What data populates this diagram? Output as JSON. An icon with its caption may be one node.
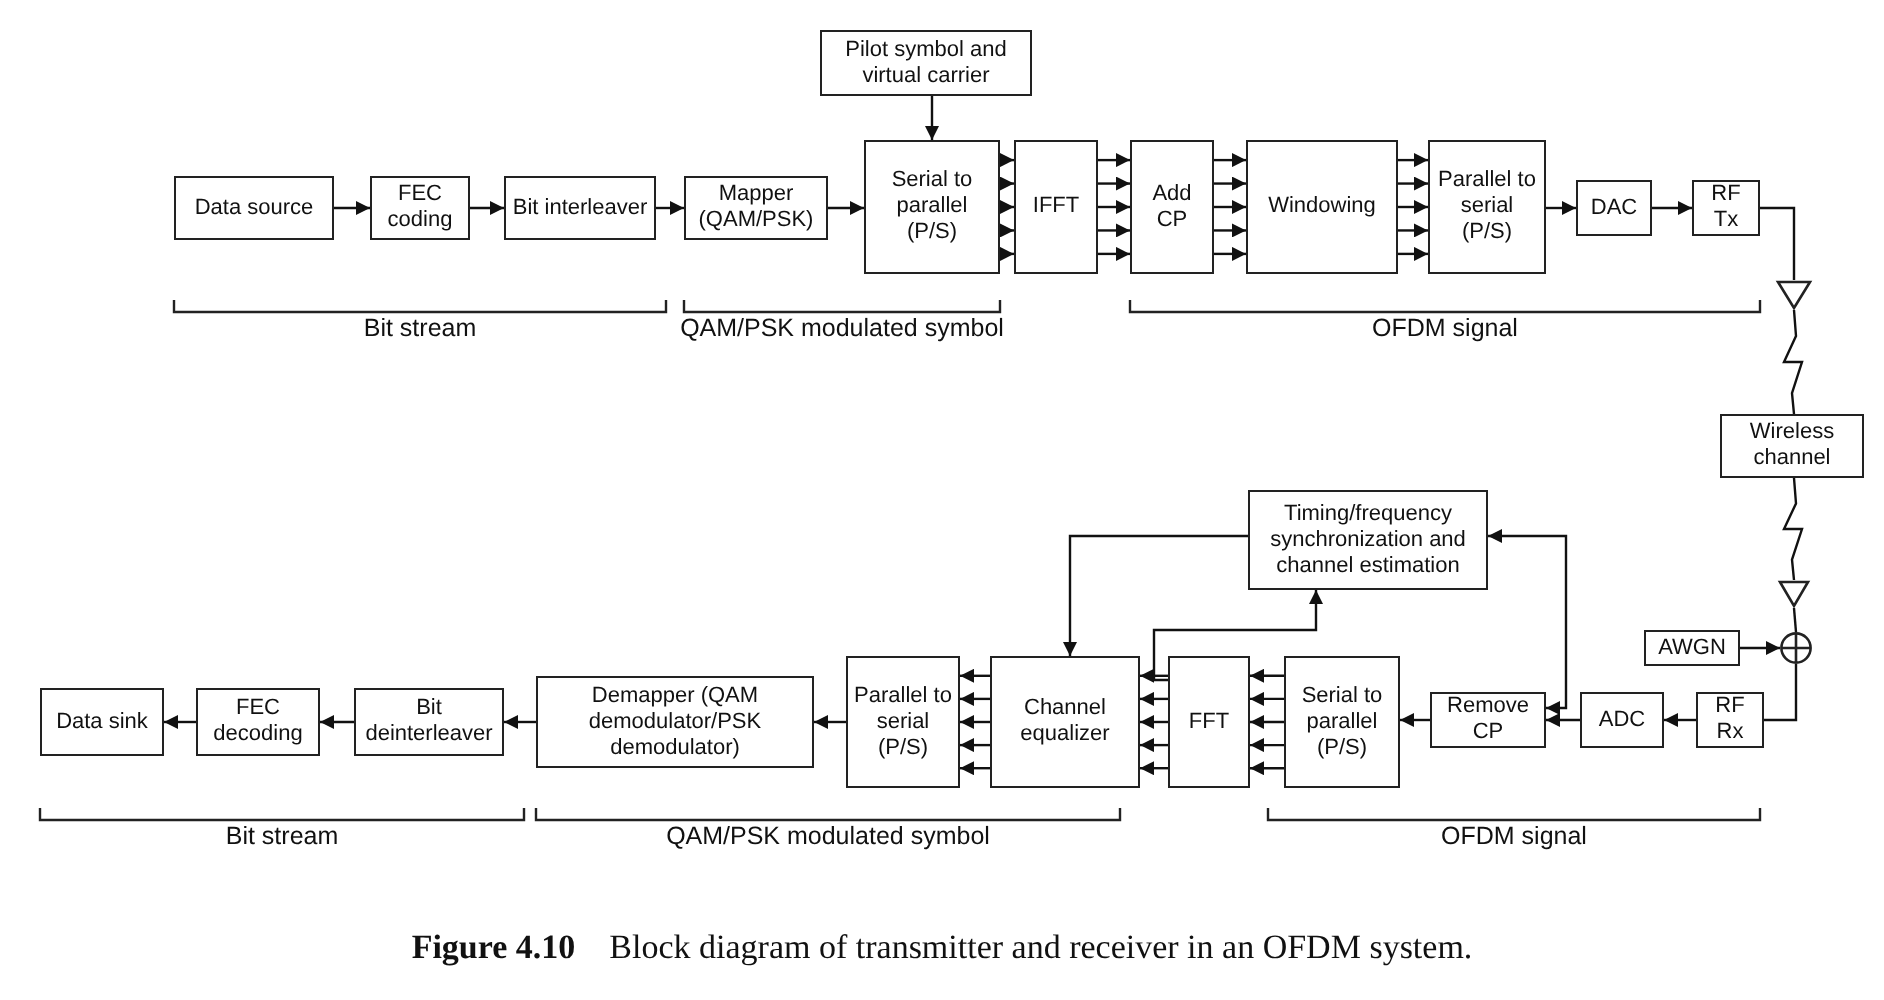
{
  "diagram": {
    "caption": "**Figure 4.10**    Block diagram of transmitter and receiver in an OFDM system.",
    "nodes": [
      {
        "text": [
          "Data source"
        ]
      },
      {
        "text": [
          "FEC coding"
        ]
      },
      {
        "text": [
          "Bit interleaver"
        ]
      },
      {
        "text": [
          "Mapper (QAM/PSK)"
        ]
      },
      {
        "text": [
          "Pilot symbol and virtual carrier"
        ]
      },
      {
        "text": [
          "Serial to parallel (P/S)"
        ]
      },
      {
        "text": [
          "IFFT"
        ]
      },
      {
        "text": [
          "Add CP"
        ]
      },
      {
        "text": [
          "Windowing"
        ]
      },
      {
        "text": [
          "Parallel to serial (P/S)"
        ]
      },
      {
        "text": [
          "DAC"
        ]
      },
      {
        "text": [
          "RF Tx"
        ]
      },
      {
        "text": [],
        "shape": "triangle"
      },
      {
        "text": [
          "Wireless channel"
        ]
      },
      {
        "text": [],
        "shape": "triangle"
      },
      {
        "text": [],
        "shape": "circle"
      },
      {
        "text": [
          "AWGN"
        ]
      },
      {
        "text": [
          "RF Rx"
        ]
      },
      {
        "text": [
          "ADC"
        ]
      },
      {
        "text": [
          "Remove CP"
        ]
      },
      {
        "text": [
          "Serial to parallel (P/S)"
        ]
      },
      {
        "text": [
          "FFT"
        ]
      },
      {
        "text": [
          "Channel equalizer"
        ]
      },
      {
        "text": [
          "Timing/frequency synchronization and channel estimation"
        ]
      },
      {
        "text": [
          "Parallel to serial (P/S)"
        ]
      },
      {
        "text": [
          "Demapper (QAM demodulator/PSK demodulator)"
        ]
      },
      {
        "text": [
          "Bit deinterleaver"
        ]
      },
      {
        "text": [
          "FEC decoding"
        ]
      },
      {
        "text": [
          "Data sink"
        ]
      }
    ],
    "edges": [
      {
        "from": 0,
        "to": 1,
        "arrow": "to"
      },
      {
        "from": 1,
        "to": 2,
        "arrow": "to"
      },
      {
        "from": 2,
        "to": 3,
        "arrow": "to"
      },
      {
        "from": 3,
        "to": 5,
        "arrow": "to"
      },
      {
        "from": 4,
        "to": 5,
        "arrow": "to"
      },
      {
        "from": 5,
        "to": 6,
        "arrow": "to"
      },
      {
        "from": 5,
        "to": 6,
        "arrow": "to"
      },
      {
        "from": 5,
        "to": 6,
        "arrow": "to"
      },
      {
        "from": 5,
        "to": 6,
        "arrow": "to"
      },
      {
        "from": 5,
        "to": 6,
        "arrow": "to"
      },
      {
        "from": 6,
        "to": 7,
        "arrow": "to"
      },
      {
        "from": 6,
        "to": 7,
        "arrow": "to"
      },
      {
        "from": 6,
        "to": 7,
        "arrow": "to"
      },
      {
        "from": 6,
        "to": 7,
        "arrow": "to"
      },
      {
        "from": 6,
        "to": 7,
        "arrow": "to"
      },
      {
        "from": 7,
        "to": 8,
        "arrow": "to"
      },
      {
        "from": 7,
        "to": 8,
        "arrow": "to"
      },
      {
        "from": 7,
        "to": 8,
        "arrow": "to"
      },
      {
        "from": 7,
        "to": 8,
        "arrow": "to"
      },
      {
        "from": 7,
        "to": 8,
        "arrow": "to"
      },
      {
        "from": 8,
        "to": 9,
        "arrow": "to"
      },
      {
        "from": 8,
        "to": 9,
        "arrow": "to"
      },
      {
        "from": 8,
        "to": 9,
        "arrow": "to"
      },
      {
        "from": 8,
        "to": 9,
        "arrow": "to"
      },
      {
        "from": 8,
        "to": 9,
        "arrow": "to"
      },
      {
        "from": 9,
        "to": 10,
        "arrow": "to"
      },
      {
        "from": 10,
        "to": 11,
        "arrow": "to"
      },
      {
        "from": 11,
        "to": 12,
        "arrow": "none"
      },
      {
        "from": 12,
        "to": 13,
        "arrow": "none"
      },
      {
        "from": 13,
        "to": 14,
        "arrow": "none"
      },
      {
        "from": 14,
        "to": 15,
        "arrow": "none"
      },
      {
        "from": 16,
        "to": 15,
        "arrow": "to"
      },
      {
        "from": 15,
        "to": 17,
        "arrow": "none"
      },
      {
        "from": 17,
        "to": 18,
        "arrow": "to"
      },
      {
        "from": 18,
        "to": 19,
        "arrow": "to"
      },
      {
        "from": 19,
        "to": 23,
        "arrow": "both"
      },
      {
        "from": 19,
        "to": 20,
        "arrow": "to"
      },
      {
        "from": 20,
        "to": 21,
        "arrow": "to"
      },
      {
        "from": 20,
        "to": 21,
        "arrow": "to"
      },
      {
        "from": 20,
        "to": 21,
        "arrow": "to"
      },
      {
        "from": 20,
        "to": 21,
        "arrow": "to"
      },
      {
        "from": 20,
        "to": 21,
        "arrow": "to"
      },
      {
        "from": 21,
        "to": 22,
        "arrow": "to"
      },
      {
        "from": 21,
        "to": 22,
        "arrow": "to"
      },
      {
        "from": 21,
        "to": 22,
        "arrow": "to"
      },
      {
        "from": 21,
        "to": 22,
        "arrow": "to"
      },
      {
        "from": 21,
        "to": 22,
        "arrow": "to"
      },
      {
        "from": 21,
        "to": 23,
        "arrow": "to"
      },
      {
        "from": 23,
        "to": 22,
        "arrow": "to"
      },
      {
        "from": 22,
        "to": 24,
        "arrow": "to"
      },
      {
        "from": 22,
        "to": 24,
        "arrow": "to"
      },
      {
        "from": 22,
        "to": 24,
        "arrow": "to"
      },
      {
        "from": 22,
        "to": 24,
        "arrow": "to"
      },
      {
        "from": 22,
        "to": 24,
        "arrow": "to"
      },
      {
        "from": 24,
        "to": 25,
        "arrow": "to"
      },
      {
        "from": 25,
        "to": 26,
        "arrow": "to"
      },
      {
        "from": 26,
        "to": 27,
        "arrow": "to"
      },
      {
        "from": 27,
        "to": 28,
        "arrow": "to"
      }
    ],
    "labels": [
      "Bit stream",
      "QAM/PSK modulated symbol",
      "OFDM signal",
      "Bit stream",
      "QAM/PSK modulated symbol",
      "OFDM signal"
    ]
  }
}
